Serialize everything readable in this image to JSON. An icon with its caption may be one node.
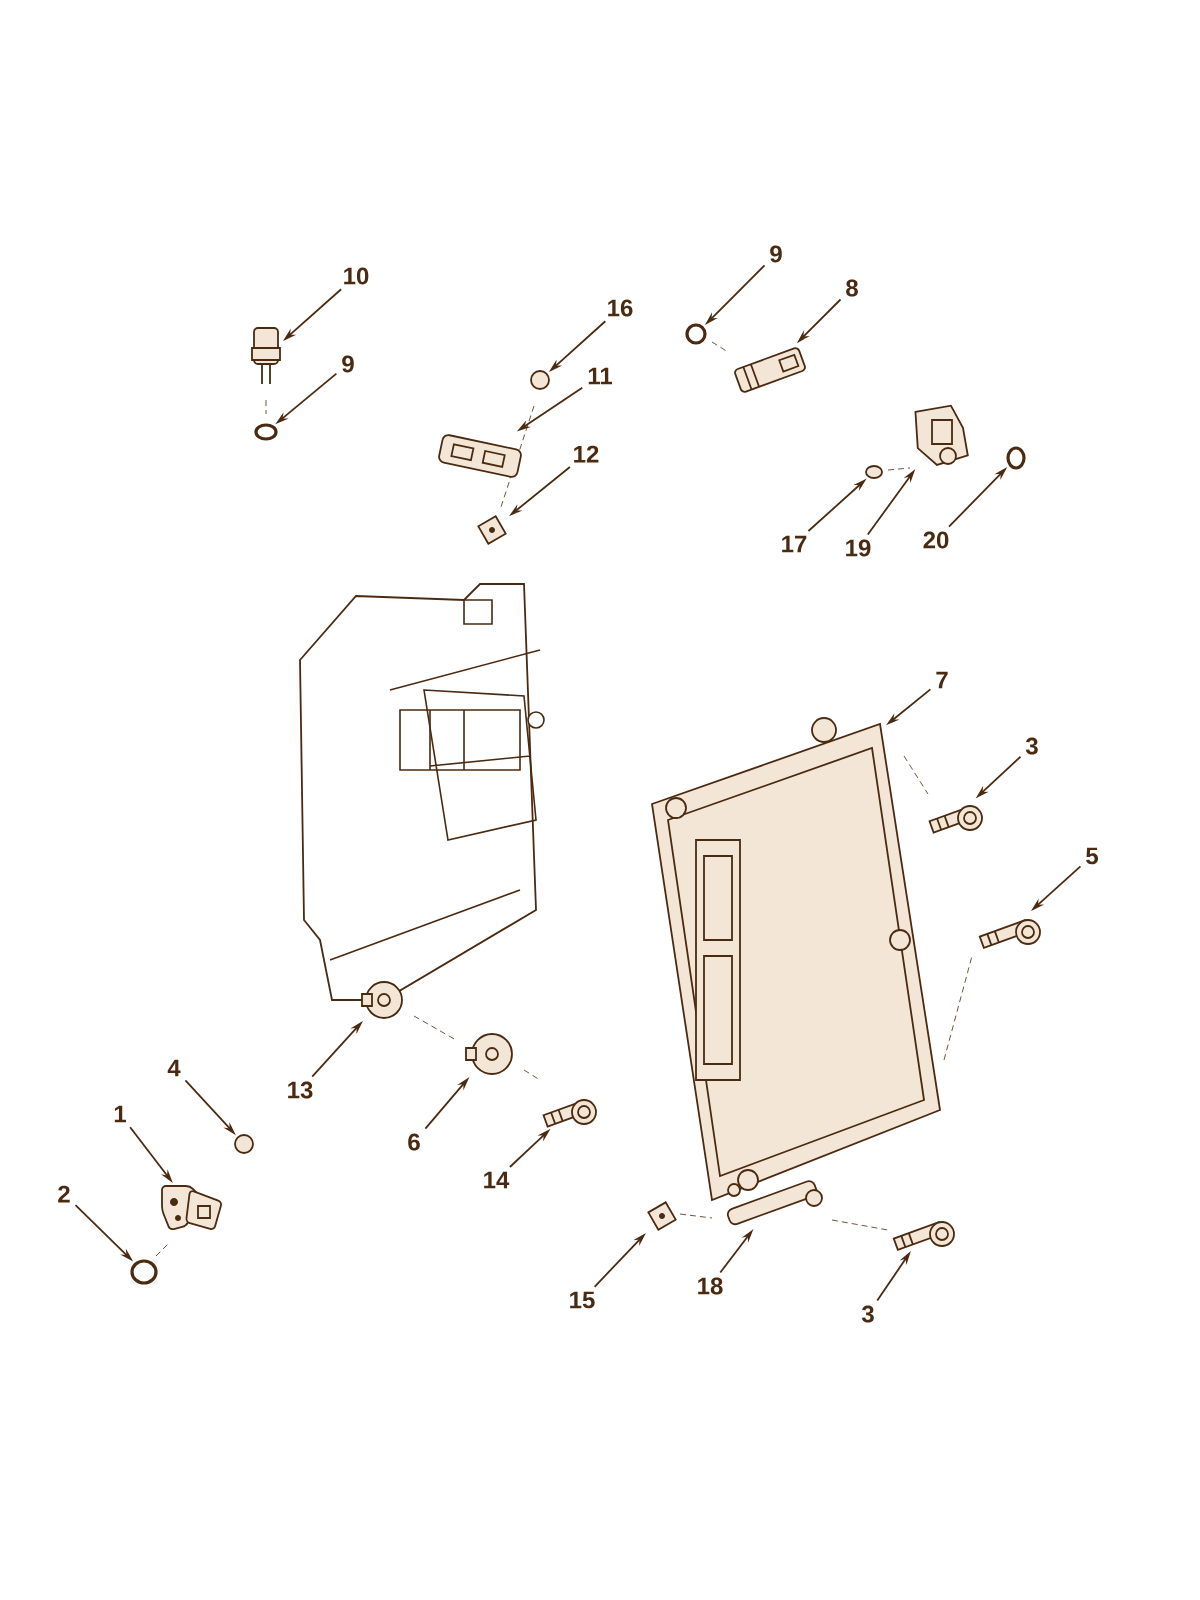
{
  "diagram": {
    "nodes": [
      {
        "text": [
          "10"
        ]
      },
      {
        "text": [],
        "shape": "picture"
      },
      {
        "text": [
          "9"
        ]
      },
      {
        "text": [],
        "shape": "circle"
      },
      {
        "text": [
          "9"
        ]
      },
      {
        "text": [],
        "shape": "circle"
      },
      {
        "text": [
          "8"
        ]
      },
      {
        "text": [],
        "shape": "picture"
      },
      {
        "text": [
          "16"
        ]
      },
      {
        "text": [],
        "shape": "circle"
      },
      {
        "text": [
          "11"
        ]
      },
      {
        "text": [],
        "shape": "picture"
      },
      {
        "text": [
          "12"
        ]
      },
      {
        "text": [],
        "shape": "picture"
      },
      {
        "text": [
          "17"
        ]
      },
      {
        "text": [],
        "shape": "circle"
      },
      {
        "text": [
          "19"
        ]
      },
      {
        "text": [],
        "shape": "picture"
      },
      {
        "text": [
          "20"
        ]
      },
      {
        "text": [],
        "shape": "circle"
      },
      {
        "text": [
          "7"
        ]
      },
      {
        "text": [],
        "shape": "picture"
      },
      {
        "text": [
          "3"
        ]
      },
      {
        "text": [],
        "shape": "picture"
      },
      {
        "text": [
          "5"
        ]
      },
      {
        "text": [],
        "shape": "picture"
      },
      {
        "text": [
          "13"
        ]
      },
      {
        "text": [],
        "shape": "picture"
      },
      {
        "text": [
          "4"
        ]
      },
      {
        "text": [],
        "shape": "circle"
      },
      {
        "text": [
          "6"
        ]
      },
      {
        "text": [],
        "shape": "picture"
      },
      {
        "text": [
          "1"
        ]
      },
      {
        "text": [],
        "shape": "picture"
      },
      {
        "text": [
          "14"
        ]
      },
      {
        "text": [],
        "shape": "picture"
      },
      {
        "text": [
          "2"
        ]
      },
      {
        "text": [],
        "shape": "circle"
      },
      {
        "text": [
          "15"
        ]
      },
      {
        "text": [],
        "shape": "picture"
      },
      {
        "text": [
          "18"
        ]
      },
      {
        "text": [],
        "shape": "picture"
      },
      {
        "text": [
          "3"
        ]
      },
      {
        "text": [],
        "shape": "picture"
      }
    ],
    "edges": [
      {
        "from": 0,
        "to": 1,
        "arrow": "to"
      },
      {
        "from": 2,
        "to": 3,
        "arrow": "to"
      },
      {
        "from": 4,
        "to": 5,
        "arrow": "to"
      },
      {
        "from": 6,
        "to": 7,
        "arrow": "to"
      },
      {
        "from": 8,
        "to": 9,
        "arrow": "to"
      },
      {
        "from": 10,
        "to": 11,
        "arrow": "to"
      },
      {
        "from": 12,
        "to": 13,
        "arrow": "to"
      },
      {
        "from": 14,
        "to": 15,
        "arrow": "to"
      },
      {
        "from": 16,
        "to": 17,
        "arrow": "to"
      },
      {
        "from": 18,
        "to": 19,
        "arrow": "to"
      },
      {
        "from": 20,
        "to": 21,
        "arrow": "to"
      },
      {
        "from": 22,
        "to": 23,
        "arrow": "to"
      },
      {
        "from": 24,
        "to": 25,
        "arrow": "to"
      },
      {
        "from": 26,
        "to": 27,
        "arrow": "to"
      },
      {
        "from": 28,
        "to": 29,
        "arrow": "to"
      },
      {
        "from": 30,
        "to": 31,
        "arrow": "to"
      },
      {
        "from": 32,
        "to": 33,
        "arrow": "to"
      },
      {
        "from": 34,
        "to": 35,
        "arrow": "to"
      },
      {
        "from": 36,
        "to": 37,
        "arrow": "to"
      },
      {
        "from": 38,
        "to": 39,
        "arrow": "to"
      },
      {
        "from": 40,
        "to": 41,
        "arrow": "to"
      },
      {
        "from": 42,
        "to": 43,
        "arrow": "to"
      }
    ]
  }
}
